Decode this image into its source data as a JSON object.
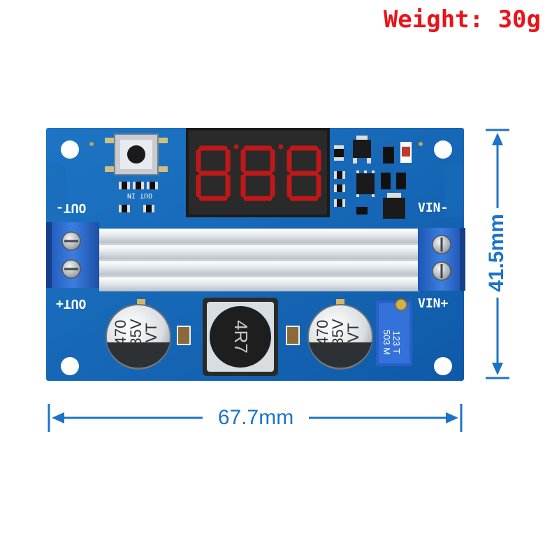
{
  "weight_label": "Weight: 30g",
  "dimensions": {
    "height": "41.5mm",
    "width": "67.7mm"
  },
  "board_labels": {
    "out_minus": "OUT-",
    "out_plus": "OUT+",
    "vin_minus": "VIN-",
    "vin_plus": "VIN+"
  },
  "capacitor_marking": {
    "line1": "470",
    "line2": "35V",
    "line3": "VT"
  },
  "inductor_marking": "4R7",
  "trimmer_marking": "123 T\n503 M",
  "silk_marking": "OUT IN",
  "display_digits": "888",
  "colors": {
    "weight_text": "#e8141a",
    "dimension_blue": "#1c73c8",
    "pcb_blue": "#1467b8",
    "heatsink": "#e8ebee",
    "terminal_blue": "#2c6fd0",
    "segment_red": "#c01818"
  }
}
